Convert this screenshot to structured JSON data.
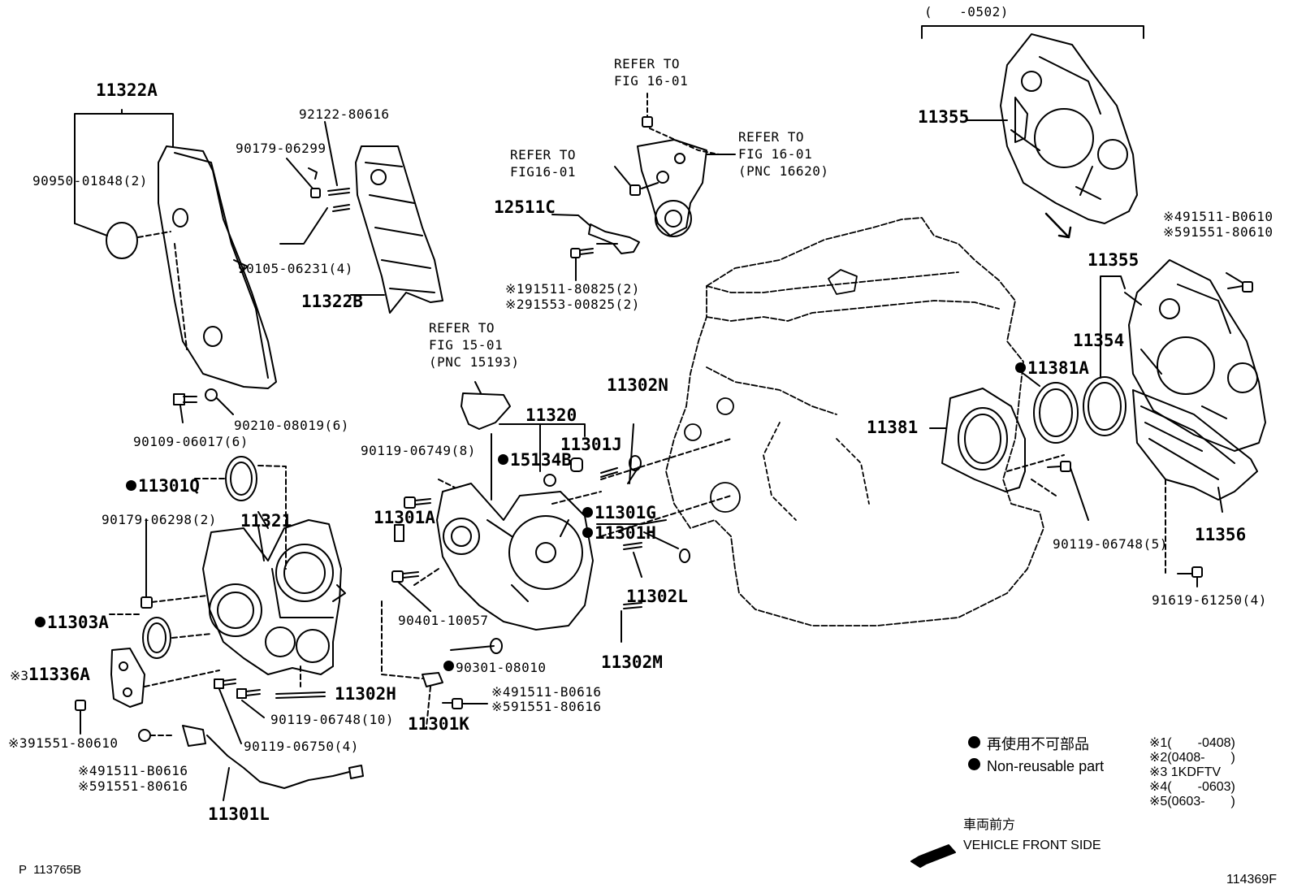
{
  "header": {
    "variant_range": "(　　-0502)"
  },
  "parts": {
    "p11322A": "11322A",
    "p90950": "90950-01848(2)",
    "p92122": "92122-80616",
    "p90179_06299": "90179-06299",
    "p90105": "90105-06231(4)",
    "p11322B": "11322B",
    "p90109": "90109-06017(6)",
    "p90210": "90210-08019(6)",
    "p11301Q": "11301Q",
    "p90179_06298": "90179-06298(2)",
    "p11321": "11321",
    "p11303A": "11303A",
    "p11336A": "11336A",
    "p11336A_mark": "※3",
    "p91551_80610": "※391551-80610",
    "p90119_06748_10": "90119-06748(10)",
    "p90119_06750": "90119-06750(4)",
    "p11302H": "11302H",
    "p491511_b": "※491511-B0616",
    "p591551_b": "※591551-80616",
    "p11301L": "11301L",
    "p12511C": "12511C",
    "p191511": "※191511-80825(2)",
    "p291553": "※291553-00825(2)",
    "p11320": "11320",
    "p11301J": "11301J",
    "p15134B": "15134B",
    "p90119_06749": "90119-06749(8)",
    "p11301A": "11301A",
    "p90401": "90401-10057",
    "p90301": "90301-08010",
    "p11301K": "11301K",
    "p491511_k": "※491511-B0616",
    "p591551_k": "※591551-80616",
    "p11302N": "11302N",
    "p11301G": "11301G",
    "p11301H": "11301H",
    "p11302L": "11302L",
    "p11302M": "11302M",
    "p11355_top": "11355",
    "p11355_mid": "11355",
    "p11354": "11354",
    "p11381A": "11381A",
    "p11381": "11381",
    "p491511_r": "※491511-B0610",
    "p591551_r": "※591551-80610",
    "p90119_06748_5": "90119-06748(5)",
    "p11356": "11356",
    "p91619": "91619-61250(4)"
  },
  "refs": {
    "r1": "REFER TO\nFIG 16-01",
    "r2": "REFER TO\nFIG 16-01\n(PNC 16620)",
    "r3": "REFER TO\nFIG16-01",
    "r4": "REFER TO\nFIG 15-01\n(PNC 15193)"
  },
  "legend": {
    "jp": "再使用不可部品",
    "en": "Non-reusable part",
    "notes": [
      "※1(　　-0408)",
      "※2(0408-　　)",
      "※3 1KDFTV",
      "※4(　　-0603)",
      "※5(0603-　　)"
    ]
  },
  "direction": {
    "jp": "車両前方",
    "en": "VEHICLE FRONT SIDE"
  },
  "footer": {
    "left": "P  113765B",
    "right": "114369F"
  }
}
